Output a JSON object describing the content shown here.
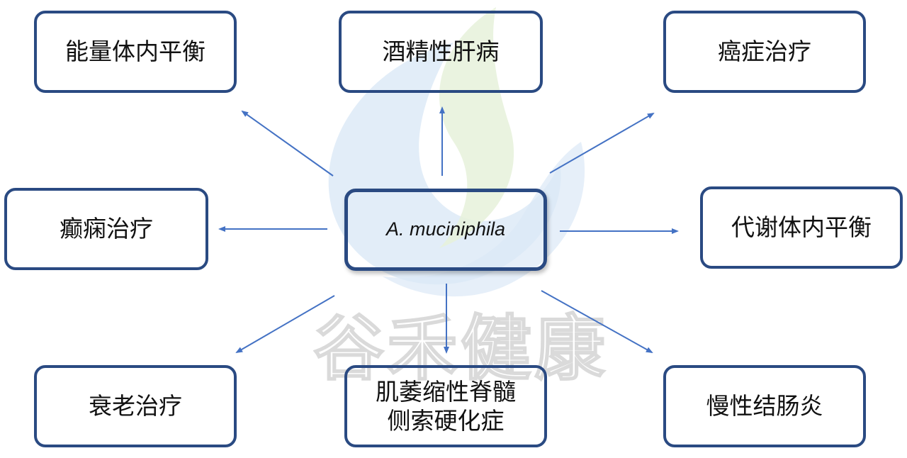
{
  "center": {
    "label": "A. muciniphila"
  },
  "nodes": {
    "top_left": "能量体内平衡",
    "top_center": "酒精性肝病",
    "top_right": "癌症治疗",
    "middle_left": "癫痫治疗",
    "middle_right": "代谢体内平衡",
    "bottom_left": "衰老治疗",
    "bottom_center_line1": "肌萎缩性脊髓",
    "bottom_center_line2": "侧索硬化症",
    "bottom_right": "慢性结肠炎"
  },
  "watermark": {
    "text": "谷禾健康"
  },
  "colors": {
    "box_border": "#2a4a82",
    "arrow": "#4472c4",
    "watermark_blue": "#cfe0f3",
    "watermark_green": "#e4f0d6"
  }
}
